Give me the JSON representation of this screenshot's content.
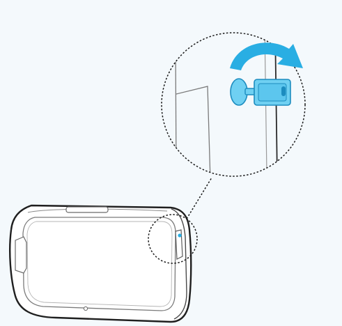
{
  "scene": {
    "subject": "device-lock-key-instruction",
    "colors": {
      "background": "#f4f9fc",
      "outline": "#2b2b2b",
      "panel_line": "#9a9a9a",
      "accent": "#29aee3",
      "accent_light": "#6fd0f2",
      "accent_dark": "#1c8cbf",
      "callout_stroke": "#1a1a1a"
    },
    "icons": {
      "rotation_arrow": "curved-arrow-clockwise",
      "key": "key",
      "device": "device-body",
      "status_light": "led-indicator"
    }
  }
}
